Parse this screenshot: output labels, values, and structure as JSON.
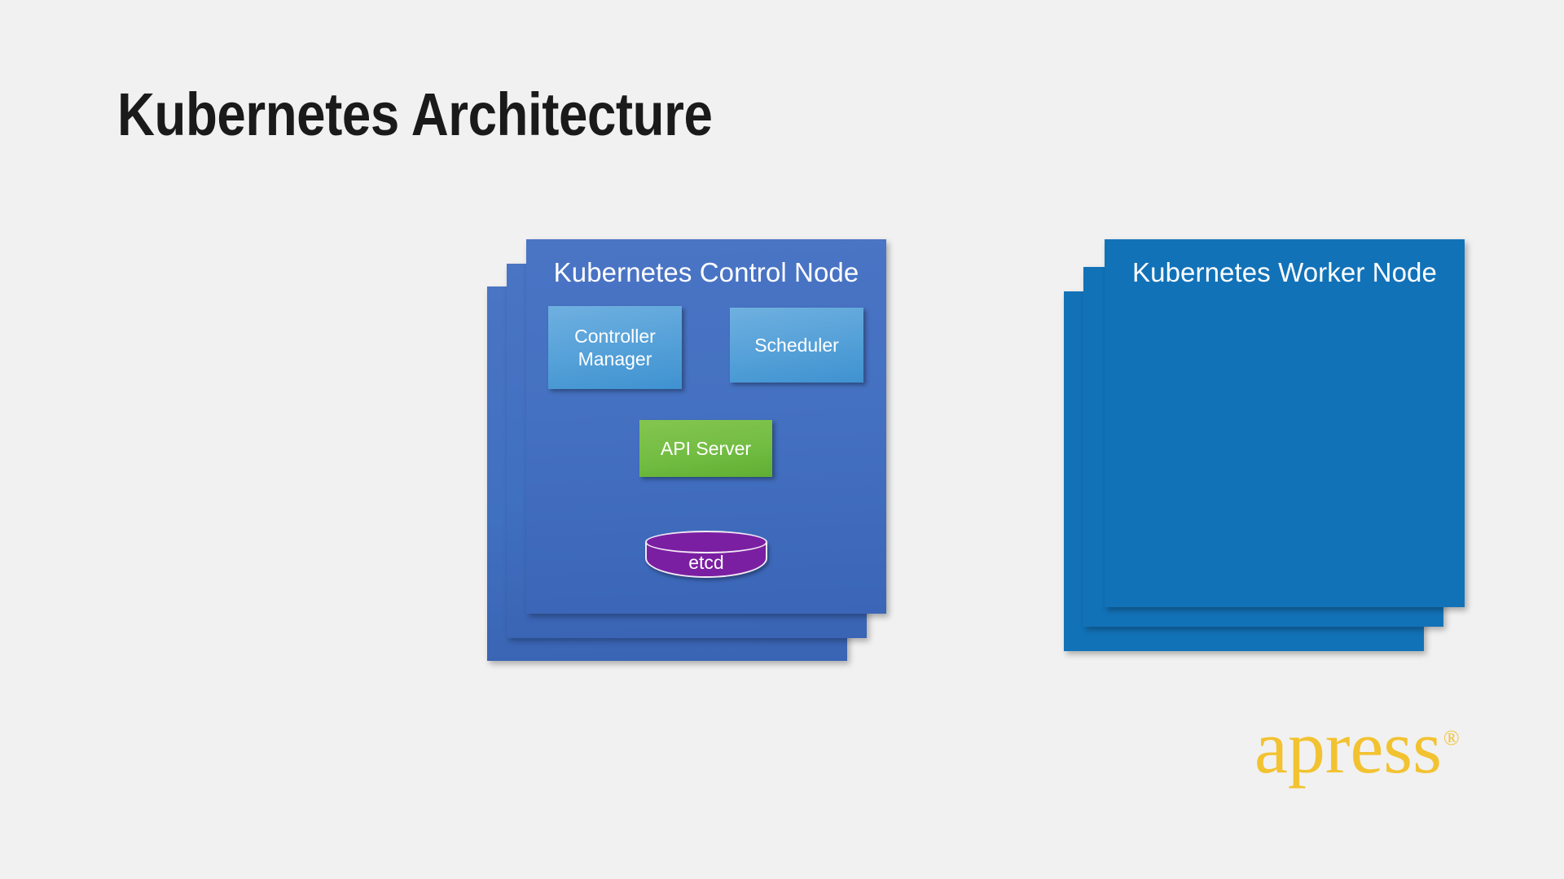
{
  "slide": {
    "title": "Kubernetes Architecture",
    "background_color": "#f1f1f1",
    "title_color": "#1a1a1a"
  },
  "control_node": {
    "heading": "Kubernetes Control Node",
    "card_color": "#4571c2",
    "stack_layers": 3,
    "components": [
      {
        "label": "Controller Manager",
        "type": "box",
        "color": "#54a0d8"
      },
      {
        "label": "Scheduler",
        "type": "box",
        "color": "#54a0d8"
      },
      {
        "label": "API Server",
        "type": "box",
        "color": "#73bd43"
      },
      {
        "label": "etcd",
        "type": "cylinder",
        "color": "#7b1fa2"
      }
    ]
  },
  "worker_node": {
    "heading": "Kubernetes Worker Node",
    "card_color": "#1272b8",
    "stack_layers": 3,
    "components": []
  },
  "branding": {
    "logo_text": "apress",
    "registered_mark": "®",
    "logo_color": "#f2c230"
  }
}
